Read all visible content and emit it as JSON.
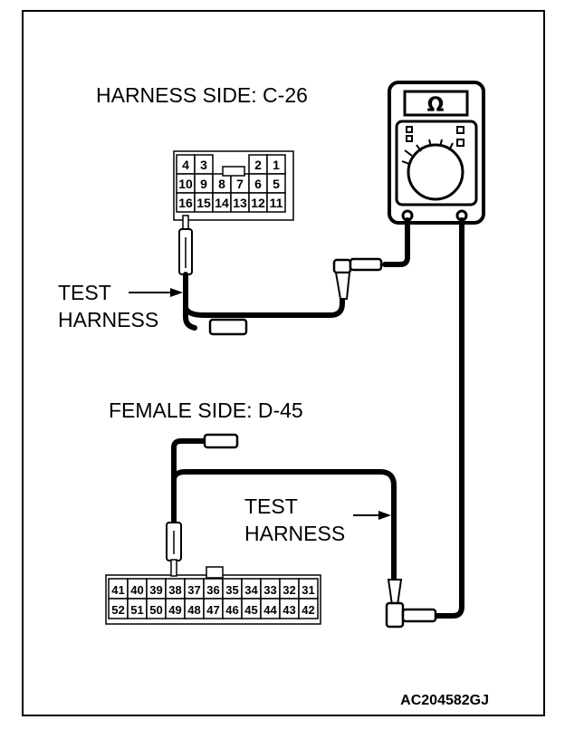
{
  "labels": {
    "harness_side": "HARNESS SIDE: C-26",
    "female_side": "FEMALE SIDE: D-45",
    "test_harness_line1": "TEST",
    "test_harness_line2": "HARNESS",
    "figure_code": "AC204582GJ"
  },
  "meter": {
    "symbol": "Ω"
  },
  "connector_c26": {
    "row1": [
      "4",
      "3",
      "",
      "",
      "2",
      "1"
    ],
    "row2": [
      "10",
      "9",
      "8",
      "7",
      "6",
      "5"
    ],
    "row3": [
      "16",
      "15",
      "14",
      "13",
      "12",
      "11"
    ]
  },
  "connector_d45": {
    "row1": [
      "41",
      "40",
      "39",
      "38",
      "37",
      "36",
      "35",
      "34",
      "33",
      "32",
      "31"
    ],
    "row2": [
      "52",
      "51",
      "50",
      "49",
      "48",
      "47",
      "46",
      "45",
      "44",
      "43",
      "42"
    ]
  }
}
